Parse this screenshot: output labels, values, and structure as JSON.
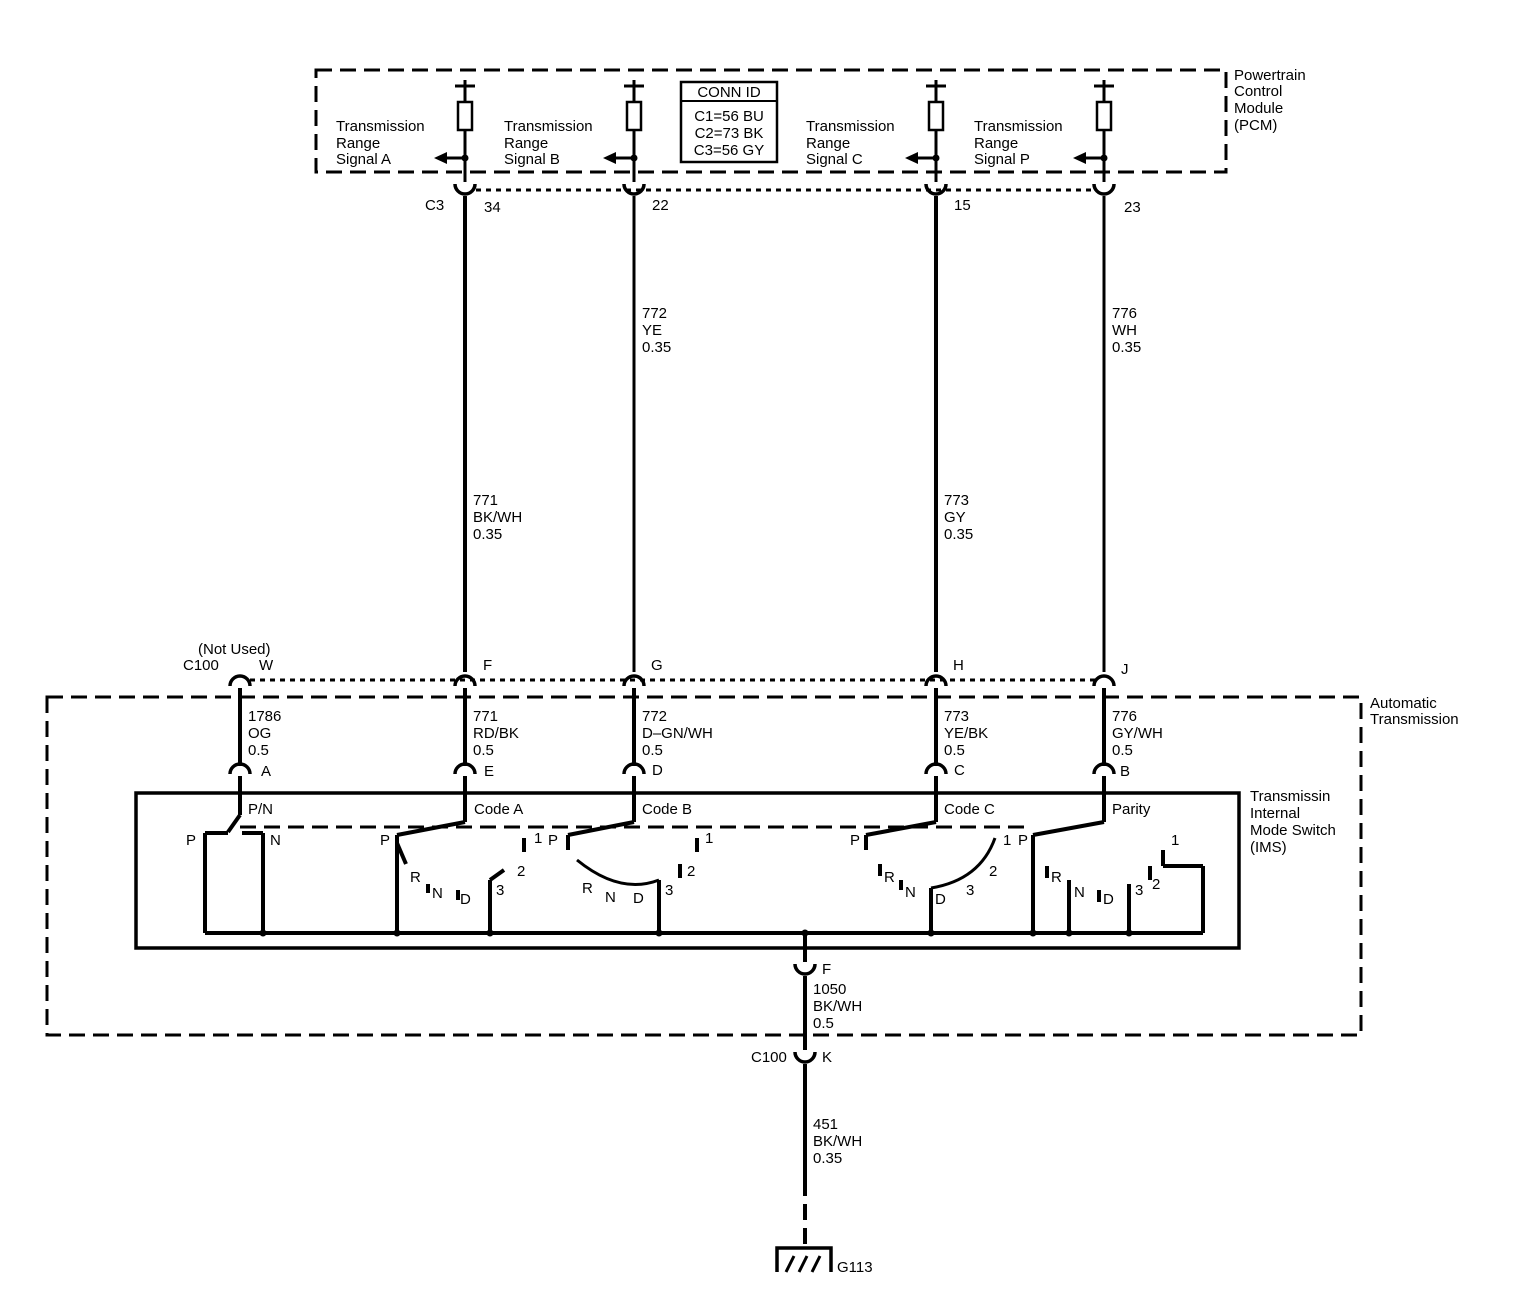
{
  "pcm": {
    "name": [
      "Powertrain",
      "Control",
      "Module",
      "(PCM)"
    ],
    "conn_id": {
      "title": "CONN ID",
      "rows": [
        "C1=56 BU",
        "C2=73 BK",
        "C3=56 GY"
      ]
    },
    "connector": "C3",
    "signals": [
      {
        "lines": [
          "Transmission",
          "Range",
          "Signal A"
        ],
        "pin": "34"
      },
      {
        "lines": [
          "Transmission",
          "Range",
          "Signal B"
        ],
        "pin": "22"
      },
      {
        "lines": [
          "Transmission",
          "Range",
          "Signal C"
        ],
        "pin": "15"
      },
      {
        "lines": [
          "Transmission",
          "Range",
          "Signal P"
        ],
        "pin": "23"
      }
    ]
  },
  "upper_wires": [
    {
      "circuit": "771",
      "color": "BK/WH",
      "size": "0.35"
    },
    {
      "circuit": "772",
      "color": "YE",
      "size": "0.35"
    },
    {
      "circuit": "773",
      "color": "GY",
      "size": "0.35"
    },
    {
      "circuit": "776",
      "color": "WH",
      "size": "0.35"
    }
  ],
  "c100": {
    "name": "C100",
    "not_used": "(Not Used)",
    "pins": [
      "W",
      "F",
      "G",
      "H",
      "J"
    ],
    "ground_pin": "K"
  },
  "transmission": {
    "name": [
      "Automatic",
      "Transmission"
    ],
    "wires": [
      {
        "circuit": "1786",
        "color": "OG",
        "size": "0.5",
        "pin": "A"
      },
      {
        "circuit": "771",
        "color": "RD/BK",
        "size": "0.5",
        "pin": "E"
      },
      {
        "circuit": "772",
        "color": "D–GN/WH",
        "size": "0.5",
        "pin": "D"
      },
      {
        "circuit": "773",
        "color": "YE/BK",
        "size": "0.5",
        "pin": "C"
      },
      {
        "circuit": "776",
        "color": "GY/WH",
        "size": "0.5",
        "pin": "B"
      }
    ]
  },
  "ims": {
    "name": [
      "Transmissin",
      "Internal",
      "Mode Switch",
      "(IMS)"
    ],
    "channels": [
      "P/N",
      "Code A",
      "Code B",
      "Code C",
      "Parity"
    ],
    "position_letters": {
      "p": "P",
      "r": "R",
      "n": "N",
      "d": "D",
      "one": "1",
      "two": "2",
      "three": "3"
    },
    "ground_pin": "F"
  },
  "ground_wires": [
    {
      "circuit": "1050",
      "color": "BK/WH",
      "size": "0.5"
    },
    {
      "circuit": "451",
      "color": "BK/WH",
      "size": "0.35"
    }
  ],
  "ground": {
    "name": "G113"
  }
}
